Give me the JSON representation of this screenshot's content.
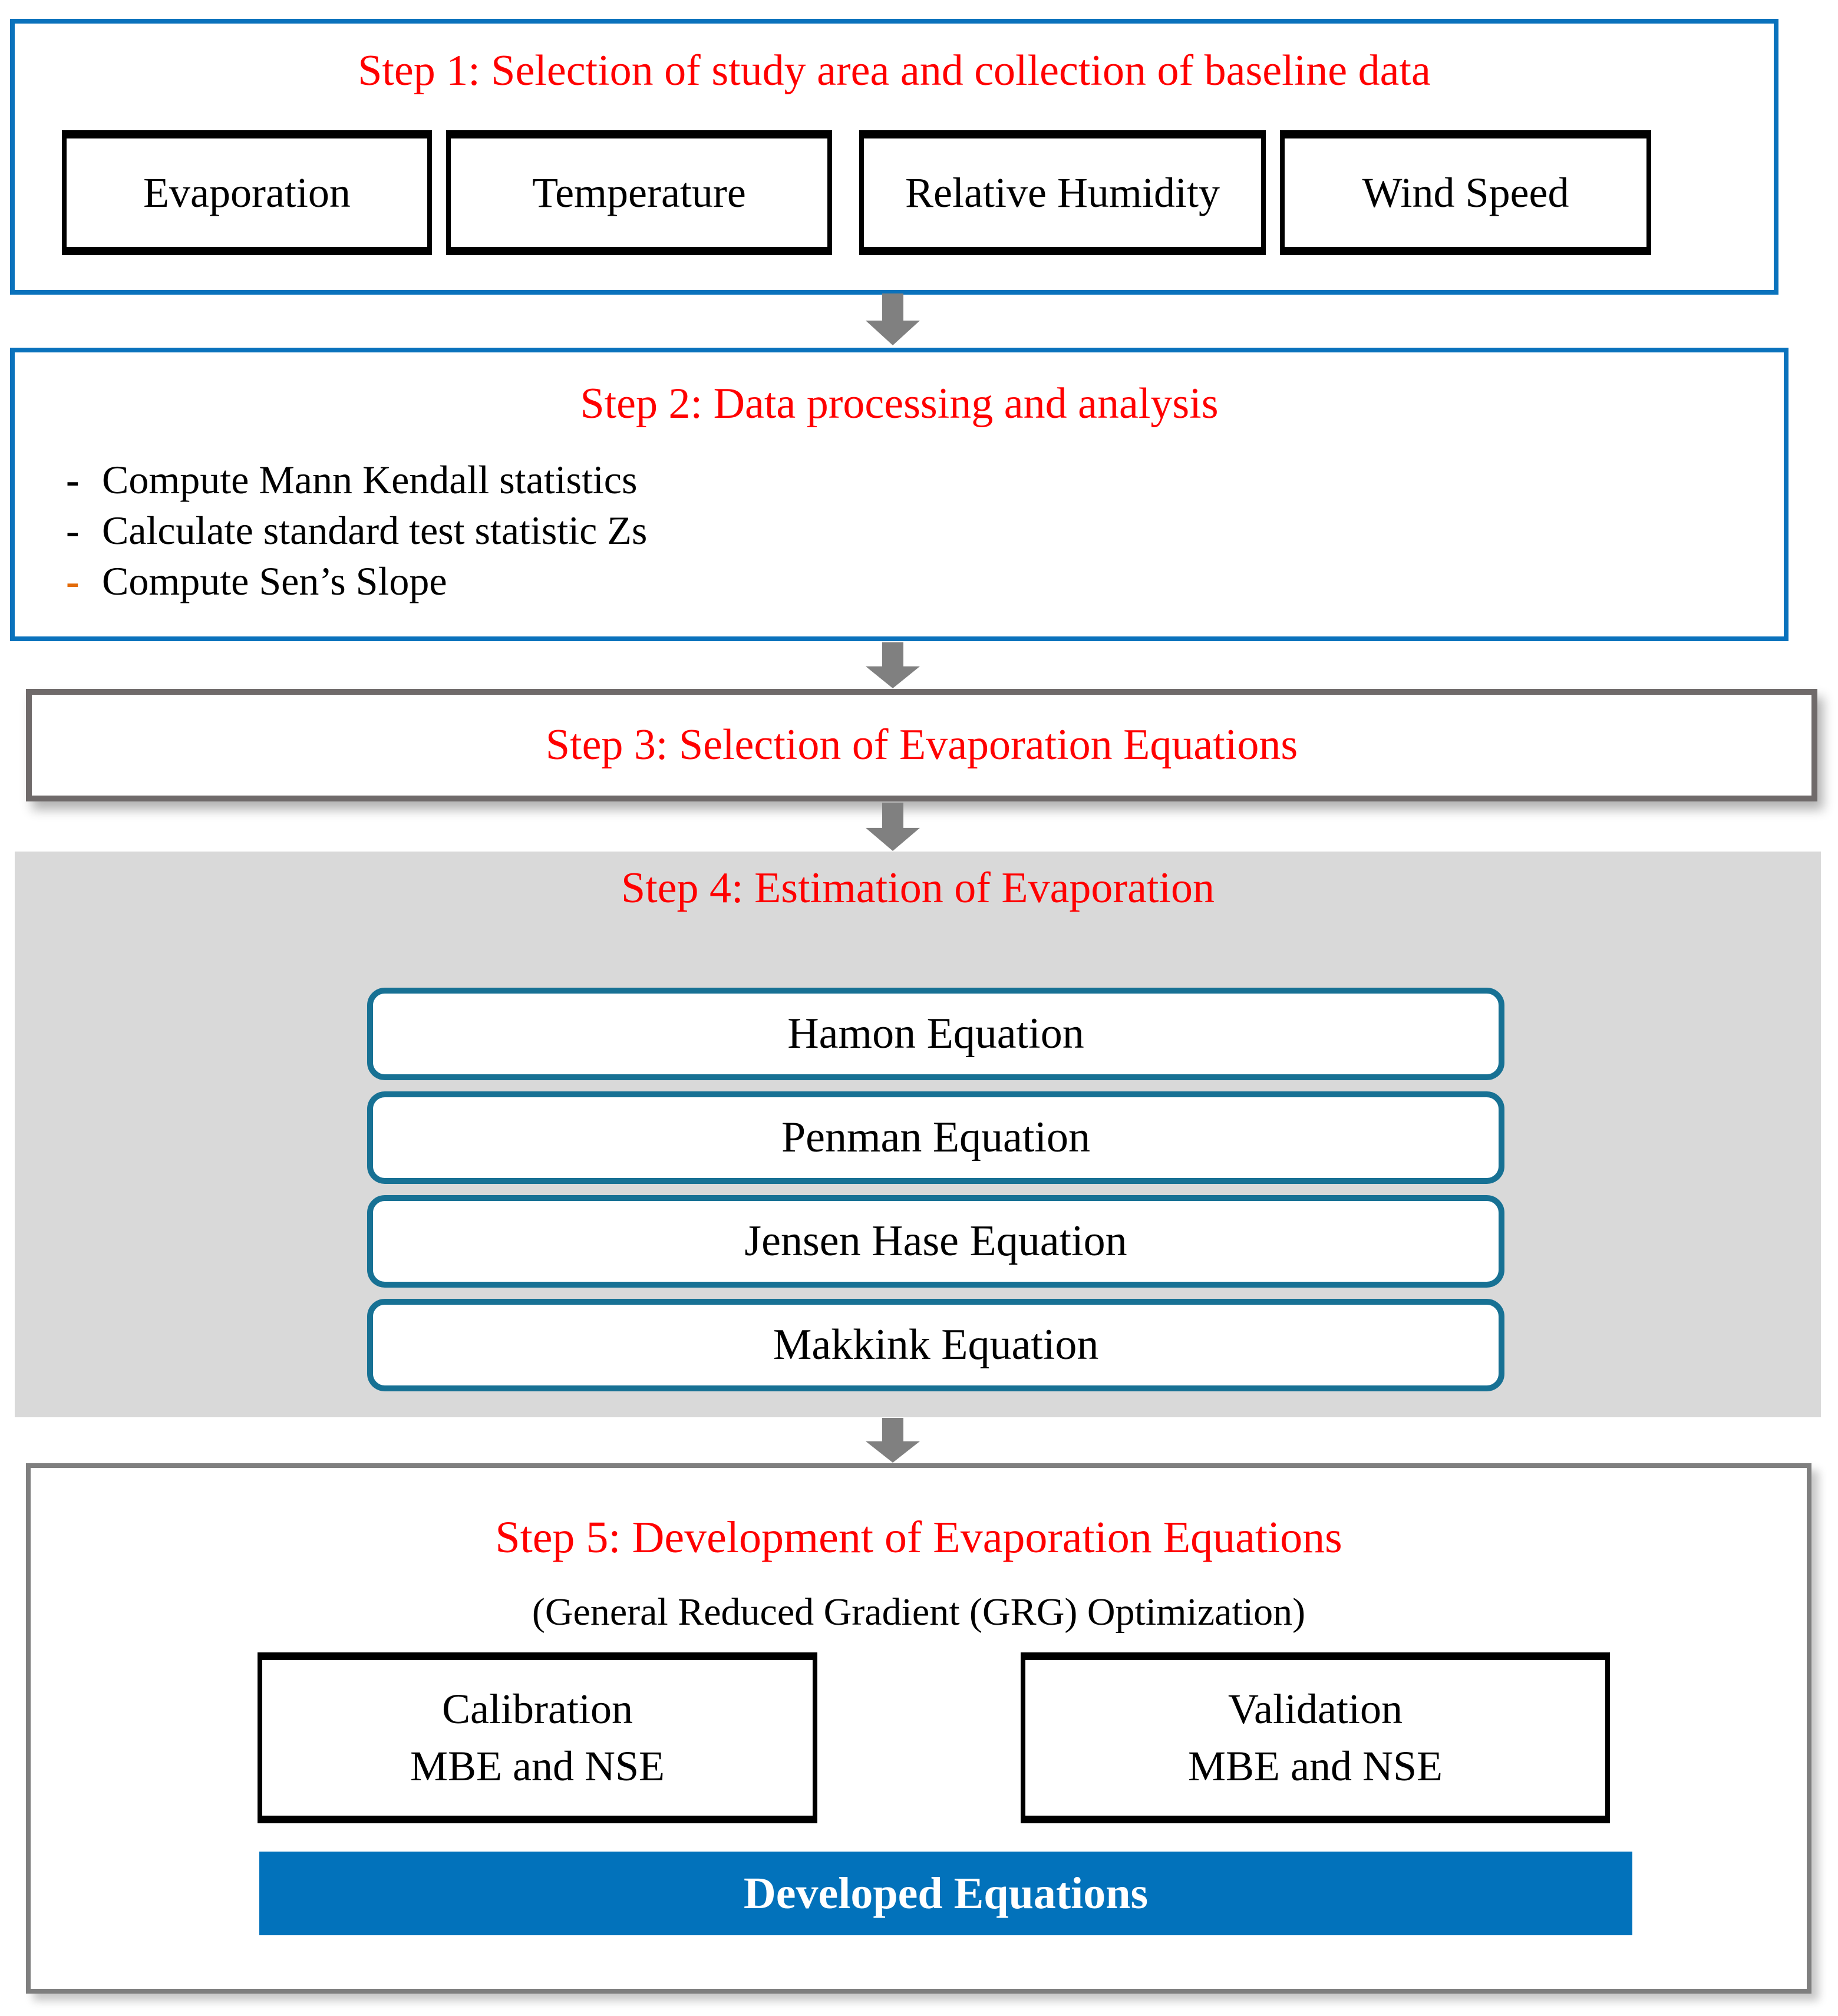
{
  "colors": {
    "accent_blue": "#0A72BC",
    "result_blue": "#0272BB",
    "equation_teal": "#177194",
    "red": "#FF0000",
    "orange": "#E36C09",
    "arrow_gray": "#808080",
    "panel_gray": "#D9D9D9",
    "frame_dark": "#6F6A6A",
    "frame_gray": "#7F7F7F"
  },
  "step1": {
    "title": "Step 1: Selection of study area and collection of baseline data",
    "boxes": [
      "Evaporation",
      "Temperature",
      "Relative Humidity",
      "Wind Speed"
    ]
  },
  "step2": {
    "title": "Step 2: Data processing and analysis",
    "items": [
      {
        "dash": "-",
        "text": "Compute Mann Kendall statistics"
      },
      {
        "dash": "-",
        "text": "Calculate standard test statistic Zs"
      },
      {
        "dash": "-",
        "text": "Compute Sen’s Slope"
      }
    ]
  },
  "step3": {
    "title": "Step 3: Selection of Evaporation Equations"
  },
  "step4": {
    "title": "Step 4: Estimation of Evaporation",
    "equations": [
      "Hamon Equation",
      "Penman Equation",
      "Jensen Hase Equation",
      "Makkink Equation"
    ]
  },
  "step5": {
    "title": "Step 5: Development of Evaporation Equations",
    "subtitle": "(General Reduced Gradient (GRG) Optimization)",
    "boxes": [
      {
        "line1": "Calibration",
        "line2": "MBE and NSE"
      },
      {
        "line1": "Validation",
        "line2": "MBE and NSE"
      }
    ],
    "result": "Developed Equations"
  }
}
